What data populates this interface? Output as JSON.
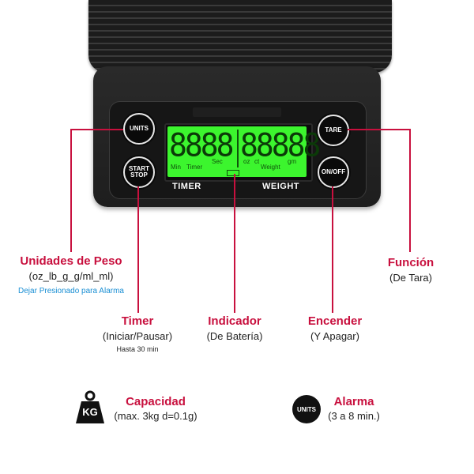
{
  "device": {
    "lcd_left_digits": "8888",
    "lcd_right_digits": "88888",
    "lcd_labels": {
      "min": "Min",
      "timer": "Timer",
      "sec": "Sec",
      "oz": "oz",
      "ct": "ct",
      "weight": "Weight",
      "gm": "gm"
    },
    "panel_labels": {
      "timer": "TIMER",
      "weight": "WEIGHT"
    },
    "buttons": {
      "units": "UNITS",
      "start_stop_1": "START",
      "start_stop_2": "STOP",
      "tare": "TARE",
      "onoff": "ON/OFF"
    }
  },
  "callouts": {
    "units": {
      "title": "Unidades de Peso",
      "subtitle": "(oz_lb_g_g/ml_ml)",
      "note": "Dejar Presionado para Alarma"
    },
    "timer": {
      "title": "Timer",
      "subtitle": "(Iniciar/Pausar)",
      "note": "Hasta 30 min"
    },
    "battery": {
      "title": "Indicador",
      "subtitle": "(De Batería)"
    },
    "power": {
      "title": "Encender",
      "subtitle": "(Y Apagar)"
    },
    "tare": {
      "title": "Función",
      "subtitle": "(De Tara)"
    }
  },
  "features": {
    "capacity": {
      "icon_text": "KG",
      "title": "Capacidad",
      "subtitle": "(max. 3kg d=0.1g)"
    },
    "alarm": {
      "icon_text": "UNITS",
      "title": "Alarma",
      "subtitle": "(3 a 8 min.)"
    }
  },
  "colors": {
    "accent": "#c8103e",
    "lcd_green": "#3cf52e",
    "note_blue": "#1a8fd4"
  }
}
